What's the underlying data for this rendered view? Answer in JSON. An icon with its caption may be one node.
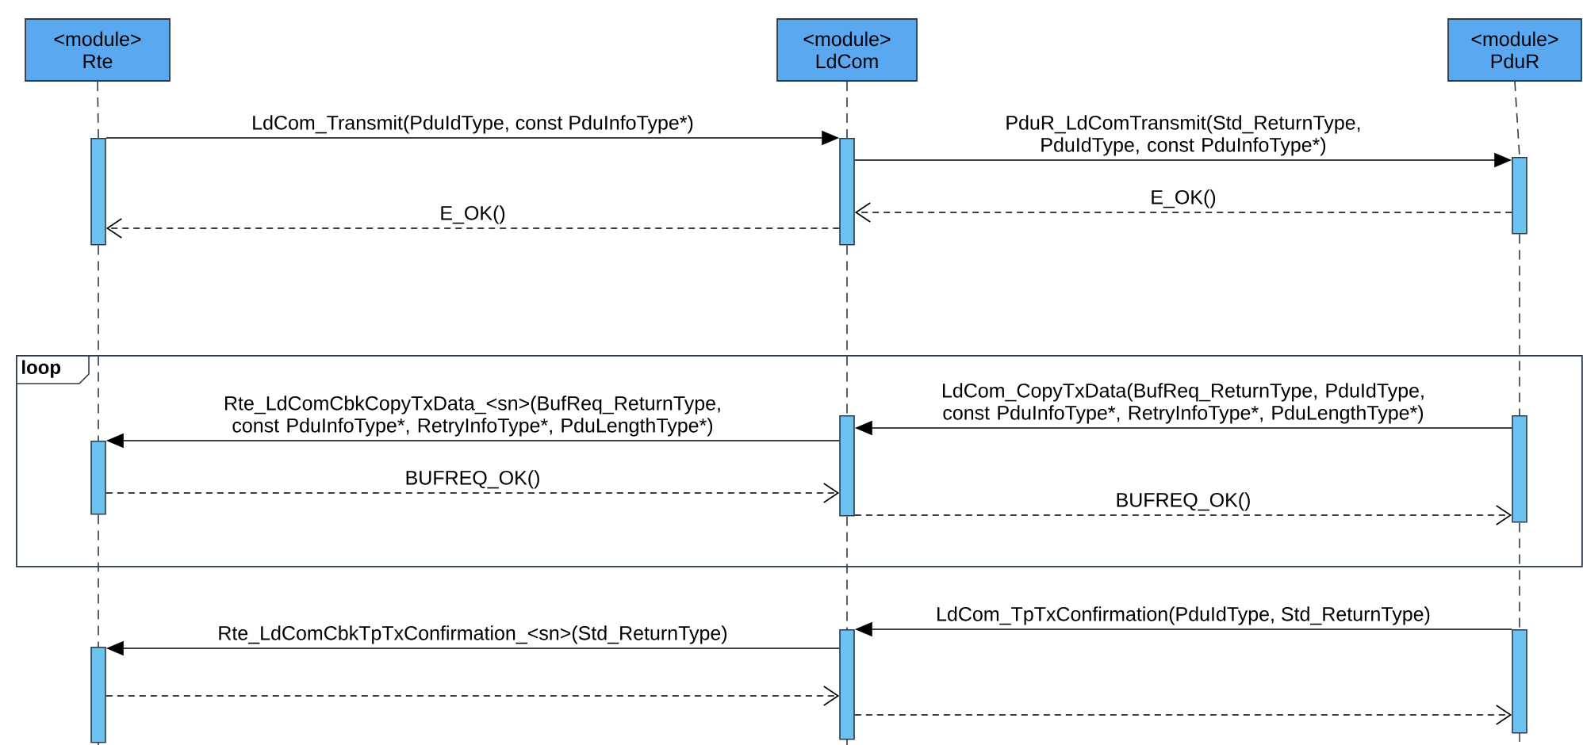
{
  "diagram": {
    "nodes": [
      {
        "text": [
          "<module>",
          "Rte"
        ]
      },
      {
        "text": [
          "<module>",
          "LdCom"
        ]
      },
      {
        "text": [
          "<module>",
          "PduR"
        ]
      },
      {
        "text": [],
        "shape": "bar"
      },
      {
        "text": [],
        "shape": "bar"
      },
      {
        "text": [],
        "shape": "bar"
      },
      {
        "text": [
          "loop"
        ]
      },
      {
        "text": [],
        "shape": "bar",
        "in": 6
      },
      {
        "text": [],
        "shape": "bar",
        "in": 6
      },
      {
        "text": [],
        "shape": "bar",
        "in": 6
      },
      {
        "text": [],
        "shape": "bar"
      },
      {
        "text": [],
        "shape": "bar"
      },
      {
        "text": [],
        "shape": "bar"
      }
    ],
    "edges": [
      {
        "from": 3,
        "to": 4,
        "arrow": "to",
        "label": "LdCom_Transmit(PduIdType, const PduInfoType*)"
      },
      {
        "from": 4,
        "to": 5,
        "arrow": "to",
        "label": "PduR_LdComTransmit(Std_ReturnType, PduIdType, const PduInfoType*)"
      },
      {
        "from": 5,
        "to": 4,
        "arrow": "to",
        "label": "E_OK()",
        "style": "dashed"
      },
      {
        "from": 4,
        "to": 3,
        "arrow": "to",
        "label": "E_OK()",
        "style": "dashed"
      },
      {
        "from": 9,
        "to": 8,
        "arrow": "to",
        "label": "LdCom_CopyTxData(BufReq_ReturnType, PduIdType, const PduInfoType*, RetryInfoType*, PduLengthType*)"
      },
      {
        "from": 8,
        "to": 7,
        "arrow": "to",
        "label": "Rte_LdComCbkCopyTxData_<sn>(BufReq_ReturnType, const PduInfoType*, RetryInfoType*, PduLengthType*)"
      },
      {
        "from": 7,
        "to": 8,
        "arrow": "to",
        "label": "BUFREQ_OK()",
        "style": "dashed"
      },
      {
        "from": 8,
        "to": 9,
        "arrow": "to",
        "label": "BUFREQ_OK()",
        "style": "dashed"
      },
      {
        "from": 12,
        "to": 11,
        "arrow": "to",
        "label": "LdCom_TpTxConfirmation(PduIdType, Std_ReturnType)"
      },
      {
        "from": 11,
        "to": 10,
        "arrow": "to",
        "label": "Rte_LdComCbkTpTxConfirmation_<sn>(Std_ReturnType)"
      },
      {
        "from": 10,
        "to": 11,
        "arrow": "to",
        "style": "dashed"
      },
      {
        "from": 11,
        "to": 12,
        "arrow": "to",
        "style": "dashed"
      },
      {
        "from": 0,
        "to": 3,
        "arrow": "none",
        "style": "dashed"
      },
      {
        "from": 3,
        "to": 7,
        "arrow": "none",
        "style": "dashed"
      },
      {
        "from": 7,
        "to": 10,
        "arrow": "none",
        "style": "dashed"
      },
      {
        "from": 1,
        "to": 4,
        "arrow": "none",
        "style": "dashed"
      },
      {
        "from": 4,
        "to": 8,
        "arrow": "none",
        "style": "dashed"
      },
      {
        "from": 8,
        "to": 11,
        "arrow": "none",
        "style": "dashed"
      },
      {
        "from": 2,
        "to": 5,
        "arrow": "none",
        "style": "dashed"
      },
      {
        "from": 5,
        "to": 9,
        "arrow": "none",
        "style": "dashed"
      },
      {
        "from": 9,
        "to": 12,
        "arrow": "none",
        "style": "dashed"
      }
    ]
  }
}
